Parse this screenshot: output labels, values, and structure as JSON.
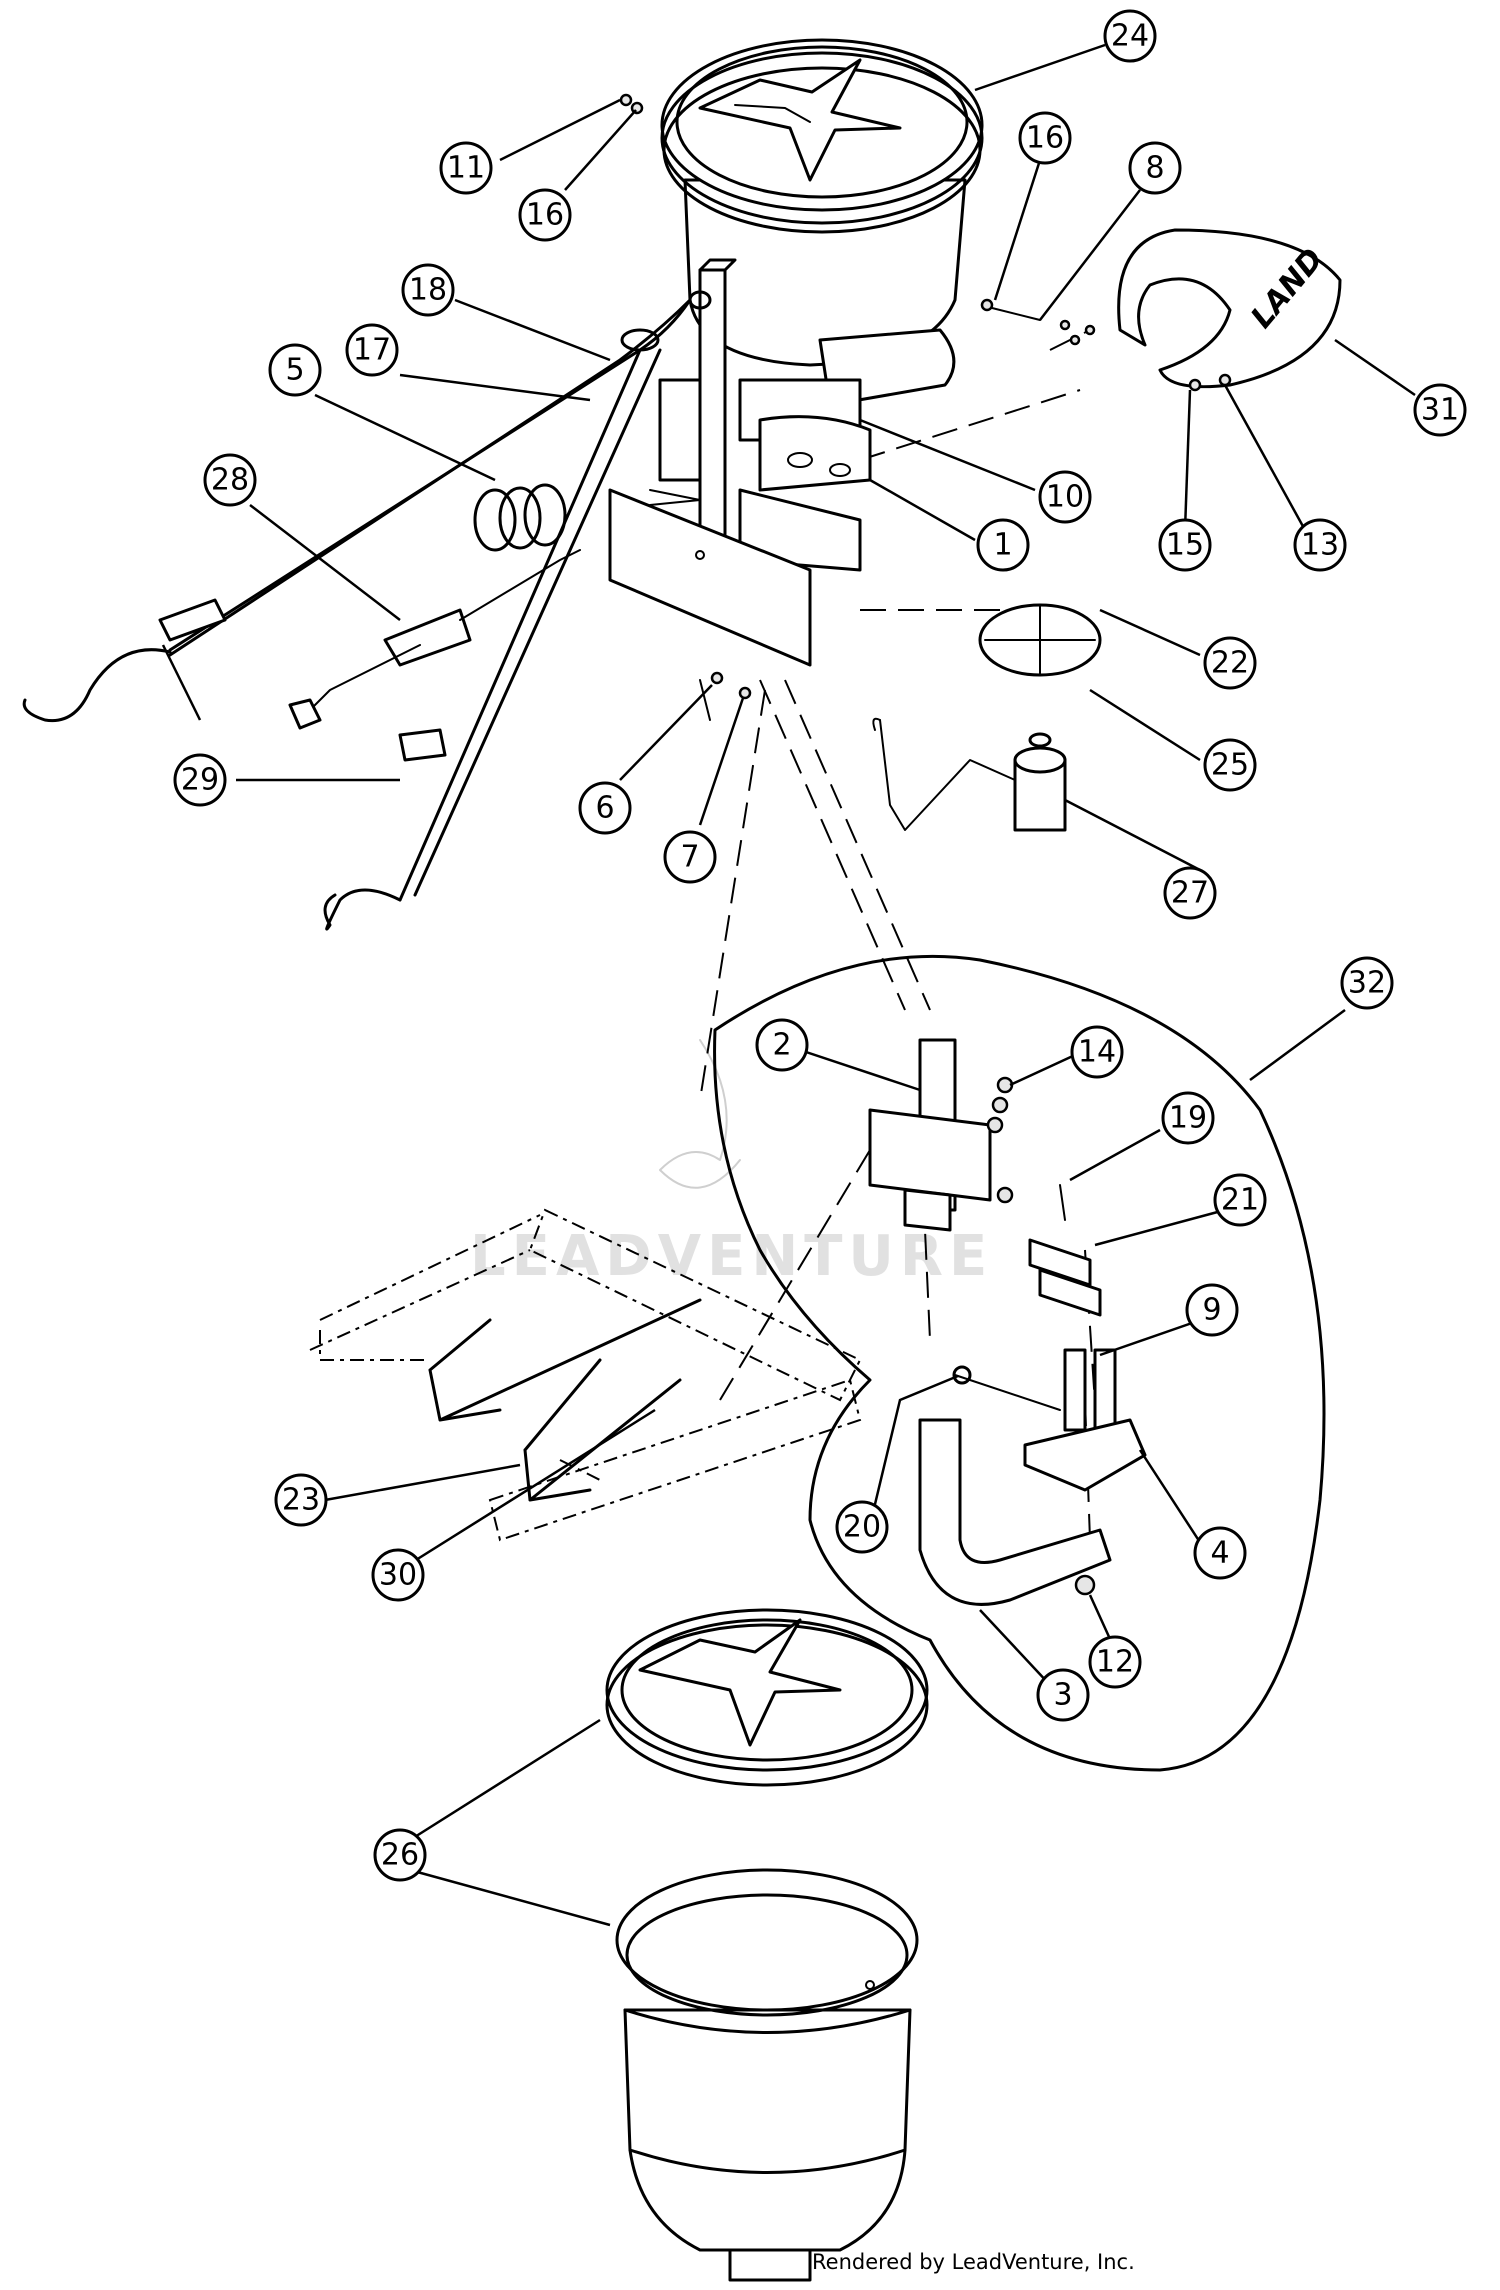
{
  "callouts": [
    {
      "label": "24"
    },
    {
      "label": "11"
    },
    {
      "label": "16"
    },
    {
      "label": "16"
    },
    {
      "label": "8"
    },
    {
      "label": "18"
    },
    {
      "label": "17"
    },
    {
      "label": "5"
    },
    {
      "label": "28"
    },
    {
      "label": "31"
    },
    {
      "label": "10"
    },
    {
      "label": "1"
    },
    {
      "label": "15"
    },
    {
      "label": "13"
    },
    {
      "label": "22"
    },
    {
      "label": "29"
    },
    {
      "label": "6"
    },
    {
      "label": "7"
    },
    {
      "label": "25"
    },
    {
      "label": "27"
    },
    {
      "label": "32"
    },
    {
      "label": "2"
    },
    {
      "label": "14"
    },
    {
      "label": "19"
    },
    {
      "label": "21"
    },
    {
      "label": "9"
    },
    {
      "label": "23"
    },
    {
      "label": "20"
    },
    {
      "label": "4"
    },
    {
      "label": "30"
    },
    {
      "label": "12"
    },
    {
      "label": "3"
    },
    {
      "label": "26"
    }
  ],
  "spinner_logo": "LAND",
  "watermark": "LEADVENTURE",
  "credit": "Rendered by LeadVenture, Inc."
}
